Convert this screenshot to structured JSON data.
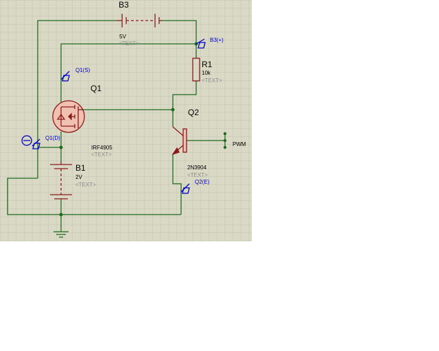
{
  "colors": {
    "sheet_bg": "#d9d9c6",
    "grid": "#c2c2ae",
    "wire": "#1f6b1f",
    "component": "#8b1a1a",
    "label": "#000000",
    "probe": "#0000c8",
    "placeholder": "#8c8c8c",
    "junction": "#1f6b1f",
    "mosfet_fill": "#f0c0b0"
  },
  "components": {
    "b3": {
      "ref": "B3",
      "value": "5V",
      "text": "<TEXT>"
    },
    "r1": {
      "ref": "R1",
      "value": "10k",
      "text": "<TEXT>"
    },
    "q1": {
      "ref": "Q1",
      "part": "IRF4905",
      "text": "<TEXT>"
    },
    "q2": {
      "ref": "Q2",
      "part": "2N3904",
      "text": "<TEXT>"
    },
    "b1": {
      "ref": "B1",
      "value": "2V",
      "text": "<TEXT>"
    }
  },
  "probes": {
    "b3_plus": "B3(+)",
    "q1_s": "Q1(S)",
    "q1_d": "Q1(D)",
    "q2_e": "Q2(E)"
  },
  "terminals": {
    "pwm": "PWM"
  },
  "icons": [
    "voltage-probe-icon",
    "current-probe-icon",
    "ground-icon",
    "junction-dot-icon"
  ]
}
